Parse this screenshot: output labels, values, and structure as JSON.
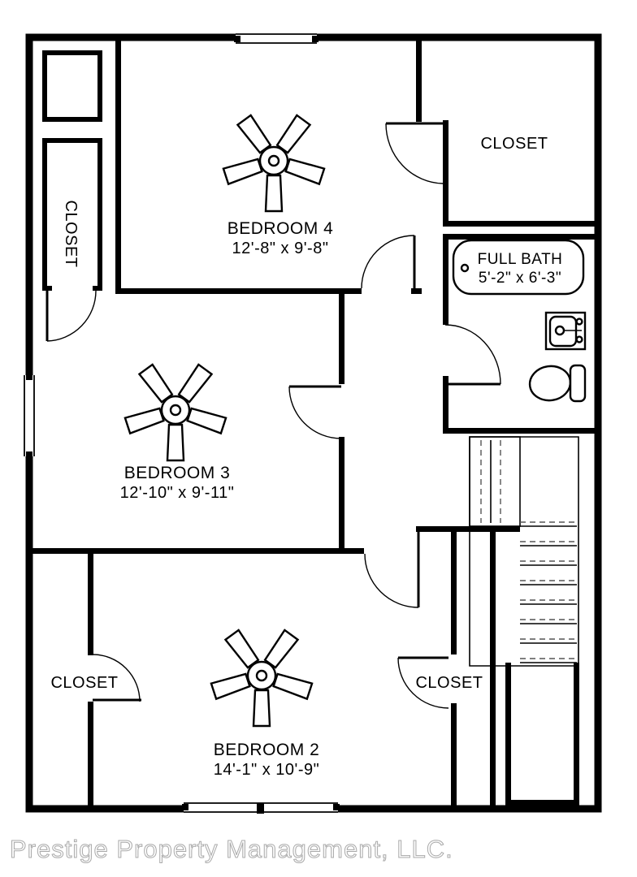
{
  "watermark": {
    "text": "Prestige Property Management, LLC."
  },
  "rooms": {
    "bedroom4": {
      "name": "BEDROOM 4",
      "dims": "12'-8\" x 9'-8\""
    },
    "bedroom3": {
      "name": "BEDROOM 3",
      "dims": "12'-10\" x 9'-11\""
    },
    "bedroom2": {
      "name": "BEDROOM 2",
      "dims": "14'-1\" x 10'-9\""
    },
    "full_bath": {
      "name": "FULL BATH",
      "dims": "5'-2\" x 6'-3\""
    },
    "closet_top_right": {
      "label": "CLOSET"
    },
    "closet_left": {
      "label": "CLOSET"
    },
    "closet_bottom_left": {
      "label": "CLOSET"
    },
    "closet_bottom_right": {
      "label": "CLOSET"
    }
  },
  "fixtures": {
    "ceiling_fans": 3,
    "bathtub": "tub with drain",
    "sink": "vanity sink",
    "toilet": "toilet with tank",
    "staircase": "stairs with dashed treads",
    "windows": [
      "top wall",
      "left wall",
      "bottom wall double"
    ]
  },
  "colors": {
    "wall": "#000000",
    "background": "#ffffff",
    "watermark": "#a9a9a9"
  }
}
